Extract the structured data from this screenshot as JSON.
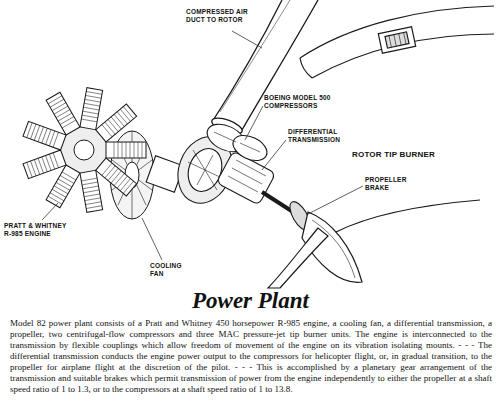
{
  "diagram": {
    "title": "Power Plant",
    "caption": "Model 82 power plant consists of a Pratt and Whitney 450 horsepower R-985 engine, a cooling fan, a differential transmission, a propeller, two centrifugal-flow compressors and three MAC pressure-jet tip burner units. The engine is interconnected to the transmission by flexible couplings which allow freedom of movement of the engine on its vibration isolating mounts. - - - The differential transmission conducts the engine power output to the compressors for helicopter flight, or, in gradual transition, to the propeller for airplane flight at the discretion of the pilot. - - - This is accomplished by a planetary gear arrangement of the transmission and suitable brakes which permit transmission of power from the engine independently to either the propeller at a shaft speed ratio of 1 to 1.3, or to the compressors at a shaft speed ratio of 1 to 13.8.",
    "labels": [
      "COMPRESSED AIR DUCT TO ROTOR",
      "BOEING MODEL 500 COMPRESSORS",
      "DIFFERENTIAL TRANSMISSION",
      "PROPELLER BRAKE",
      "ROTOR TIP BURNER",
      "PRATT & WHITNEY R-985 ENGINE",
      "COOLING FAN"
    ]
  }
}
